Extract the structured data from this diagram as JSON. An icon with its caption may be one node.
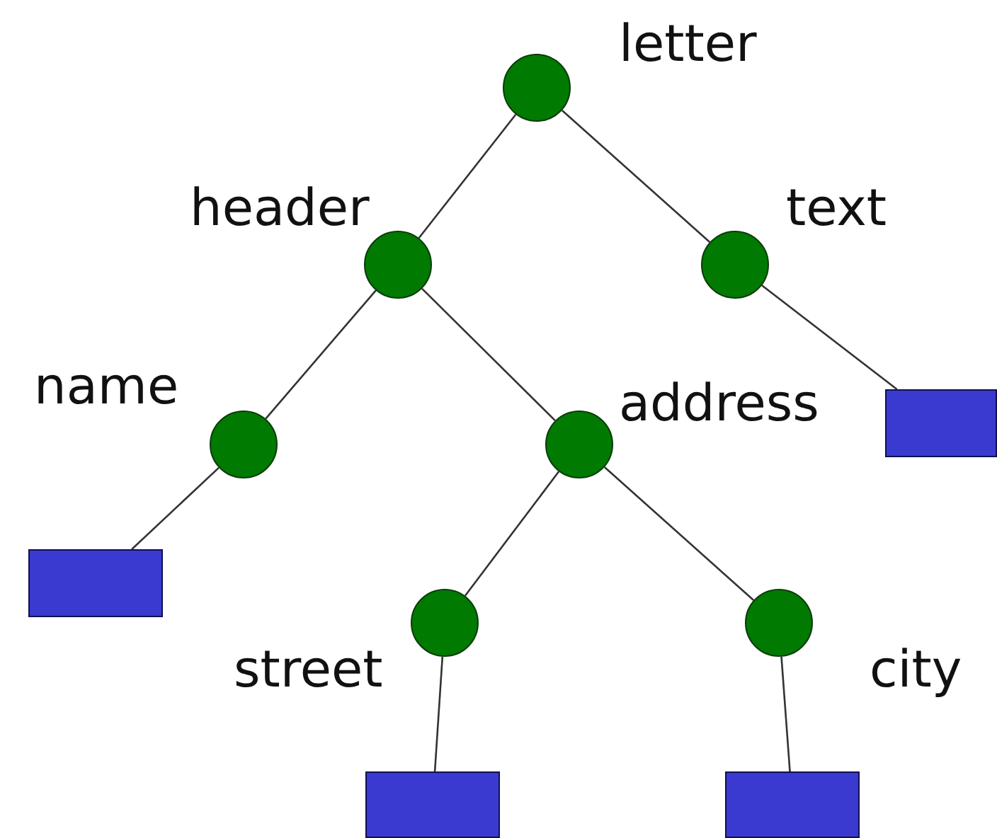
{
  "diagram": {
    "nodes": [
      {
        "text": [],
        "shape": "circle",
        "beside": [
          "letter"
        ]
      },
      {
        "text": [],
        "shape": "circle",
        "beside": [
          "header"
        ]
      },
      {
        "text": [],
        "shape": "circle",
        "beside": [
          "text"
        ]
      },
      {
        "text": [],
        "shape": "circle",
        "beside": [
          "name"
        ]
      },
      {
        "text": [],
        "shape": "circle",
        "beside": [
          "address"
        ]
      },
      {
        "text": [],
        "shape": "box"
      },
      {
        "text": [],
        "shape": "box"
      },
      {
        "text": [],
        "shape": "circle",
        "beside": [
          "street"
        ]
      },
      {
        "text": [],
        "shape": "circle",
        "beside": [
          "city"
        ]
      },
      {
        "text": [],
        "shape": "box"
      },
      {
        "text": [],
        "shape": "box"
      }
    ],
    "edges": [
      {
        "from": 0,
        "to": 1,
        "arrow": "none"
      },
      {
        "from": 0,
        "to": 2,
        "arrow": "none"
      },
      {
        "from": 1,
        "to": 3,
        "arrow": "none"
      },
      {
        "from": 1,
        "to": 4,
        "arrow": "none"
      },
      {
        "from": 2,
        "to": 5,
        "arrow": "none"
      },
      {
        "from": 3,
        "to": 6,
        "arrow": "none"
      },
      {
        "from": 4,
        "to": 7,
        "arrow": "none"
      },
      {
        "from": 4,
        "to": 8,
        "arrow": "none"
      },
      {
        "from": 7,
        "to": 9,
        "arrow": "none"
      },
      {
        "from": 8,
        "to": 10,
        "arrow": "none"
      }
    ]
  }
}
